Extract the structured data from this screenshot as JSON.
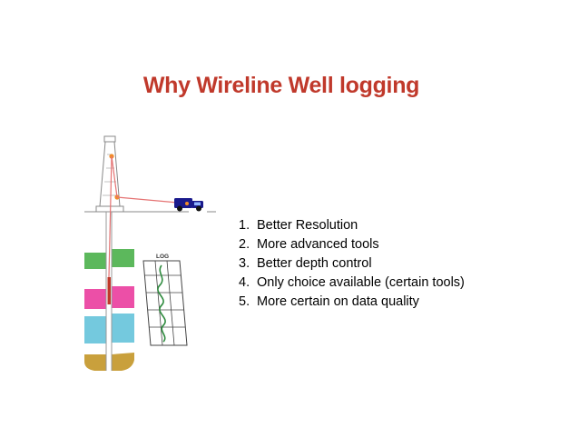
{
  "slide": {
    "title": "Why Wireline Well logging",
    "diagram": {
      "log_label": "LOG",
      "icons": [
        "derrick-icon",
        "logging-truck-icon",
        "log-chart-icon"
      ],
      "colors": {
        "title": "#c0392b",
        "green_layer": "#5cb85c",
        "pink_layer": "#ec4fa7",
        "blue_layer": "#74c9de",
        "yellow_layer": "#c9a03c",
        "cable": "#e57373",
        "truck": "#1a1a8c",
        "log_curve": "#2e8b3e"
      }
    },
    "reasons": [
      {
        "number": "1.",
        "text": "Better Resolution"
      },
      {
        "number": "2.",
        "text": "More advanced tools"
      },
      {
        "number": "3.",
        "text": "Better depth control"
      },
      {
        "number": "4.",
        "text": "Only choice available (certain tools)"
      },
      {
        "number": "5.",
        "text": "More certain on data quality"
      }
    ]
  }
}
